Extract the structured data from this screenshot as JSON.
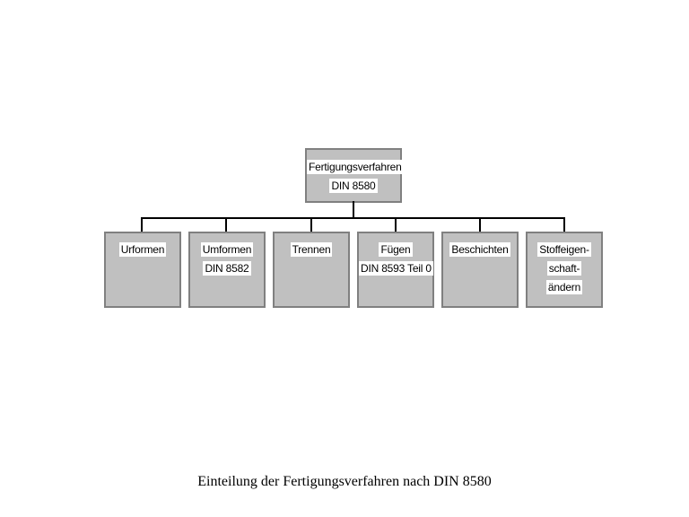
{
  "diagram": {
    "root": {
      "lines": [
        "Fertigungsverfahren",
        "DIN 8580"
      ]
    },
    "children": [
      {
        "lines": [
          "Urformen"
        ]
      },
      {
        "lines": [
          "Umformen",
          "DIN 8582"
        ]
      },
      {
        "lines": [
          "Trennen"
        ]
      },
      {
        "lines": [
          "Fügen",
          "DIN 8593 Teil 0"
        ]
      },
      {
        "lines": [
          "Beschichten"
        ]
      },
      {
        "lines": [
          "Stoffeigen-",
          "schaft-",
          "ändern"
        ]
      }
    ],
    "caption": "Einteilung der Fertigungsverfahren nach DIN 8580",
    "colors": {
      "background": "#ffffff",
      "box_fill": "#c0c0c0",
      "box_border": "#808080",
      "connector_line": "#000000",
      "text": "#000000",
      "text_highlight": "#ffffff"
    }
  }
}
